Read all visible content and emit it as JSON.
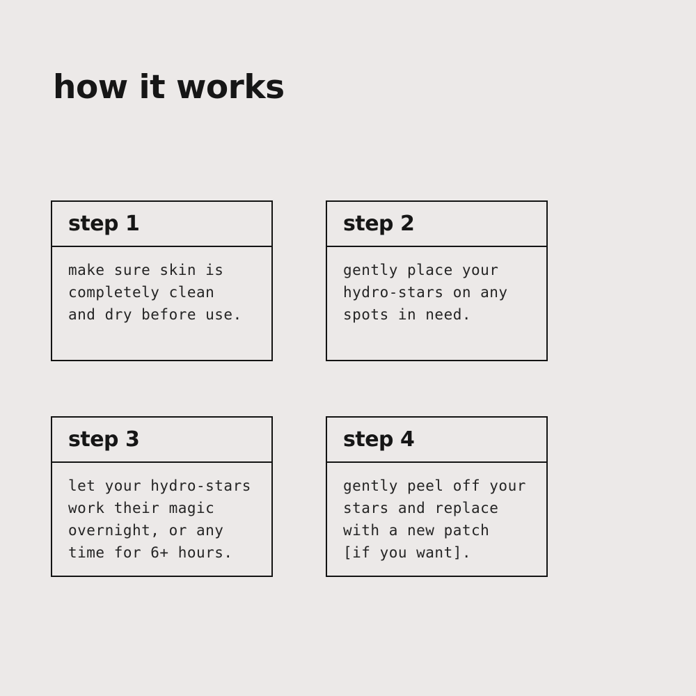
{
  "page": {
    "title": "how it works",
    "background_color": "#ece9e8",
    "border_color": "#131313",
    "text_color": "#1a1a1a"
  },
  "steps": [
    {
      "label": "step 1",
      "description": "make sure skin is\ncompletely clean\nand dry before use."
    },
    {
      "label": "step 2",
      "description": "gently place your\nhydro-stars on any\nspots in need."
    },
    {
      "label": "step 3",
      "description": "let your hydro-stars\nwork their magic\novernight, or any\ntime for 6+ hours."
    },
    {
      "label": "step 4",
      "description": "gently peel off your\nstars and replace\nwith a new patch\n[if you want]."
    }
  ]
}
